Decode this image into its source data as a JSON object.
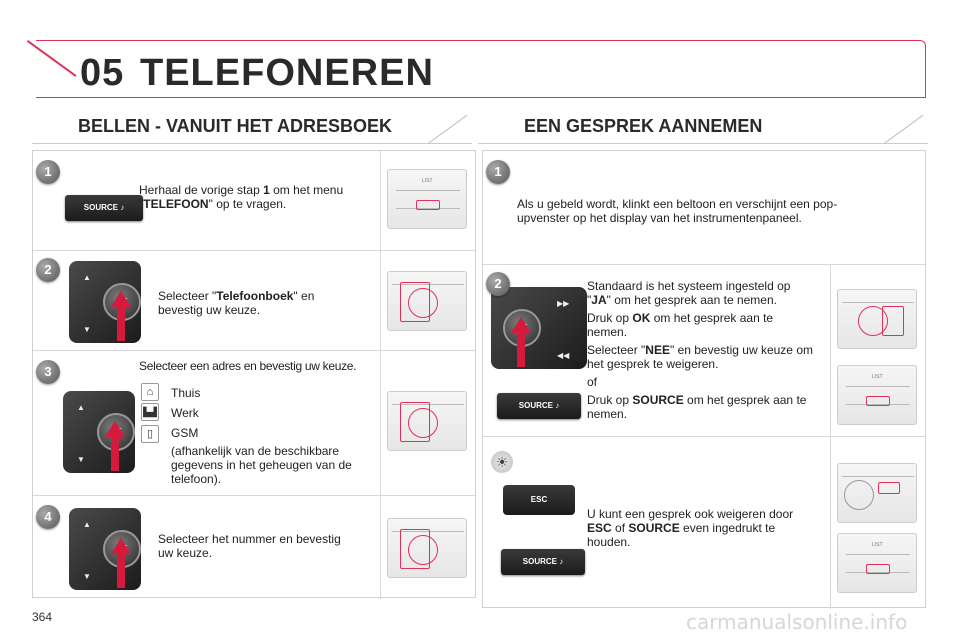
{
  "chapter": {
    "number": "05",
    "title": "TELEFONEREN"
  },
  "left": {
    "title": "BELLEN - VANUIT HET ADRESBOEK",
    "steps": [
      {
        "badge": "1",
        "button": "SOURCE",
        "text_pre": "Herhaal de vorige stap ",
        "text_b1": "1",
        "text_mid": " om het menu \"",
        "text_b2": "TELEFOON",
        "text_post": "\" op te vragen."
      },
      {
        "badge": "2",
        "knob": "OK",
        "text_pre": "Selecteer \"",
        "text_b1": "Telefoonboek",
        "text_post": "\" en bevestig uw keuze."
      },
      {
        "badge": "3",
        "knob": "OK",
        "heading": "Selecteer een adres en bevestig uw keuze.",
        "options": [
          {
            "icon": "home-icon",
            "label": "Thuis"
          },
          {
            "icon": "factory-icon",
            "label": "Werk"
          },
          {
            "icon": "mobile-phone-icon",
            "label": "GSM"
          }
        ],
        "note": "(afhankelijk van de beschikbare gegevens in het geheugen van de telefoon)."
      },
      {
        "badge": "4",
        "knob": "OK",
        "text": "Selecteer het nummer en bevestig uw keuze."
      }
    ]
  },
  "right": {
    "title": "EEN GESPREK AANNEMEN",
    "steps": [
      {
        "badge": "1",
        "text": "Als u gebeld wordt, klinkt een beltoon en verschijnt een pop-upvenster op het display van het instrumentenpaneel."
      },
      {
        "badge": "2",
        "knob": "OK",
        "button": "SOURCE",
        "p1_pre": "Standaard is het systeem ingesteld op \"",
        "p1_b": "JA",
        "p1_post": "\" om het gesprek aan te nemen.",
        "p2_pre": "Druk op ",
        "p2_b": "OK",
        "p2_post": " om het gesprek aan te nemen.",
        "p3_pre": "Selecteer \"",
        "p3_b": "NEE",
        "p3_post": "\" en bevestig uw keuze om het gesprek te weigeren.",
        "p4": "of",
        "p5_pre": "Druk op ",
        "p5_b": "SOURCE",
        "p5_post": " om het gesprek aan te nemen."
      },
      {
        "icon": "light-bulb-icon",
        "esc": "ESC",
        "button": "SOURCE",
        "pre": "U kunt een gesprek ook weigeren door ",
        "b1": "ESC",
        "mid": " of ",
        "b2": "SOURCE",
        "post": " even ingedrukt te houden."
      }
    ]
  },
  "page_number": "364",
  "watermark": "carmanualsonline.info",
  "colors": {
    "accent": "#e0315a",
    "arrow": "#d61a3c"
  }
}
